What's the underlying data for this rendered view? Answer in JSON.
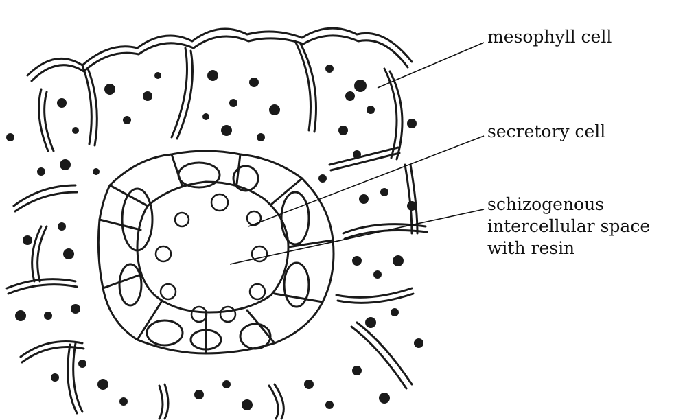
{
  "labels": {
    "mesophyll": "mesophyll cell",
    "secretory": "secretory cell",
    "schizogenous": [
      "schizogenous",
      "intercellular space",
      "with resin"
    ]
  },
  "colors": {
    "ink": "#1a1a1a",
    "paper": "#ffffff"
  }
}
